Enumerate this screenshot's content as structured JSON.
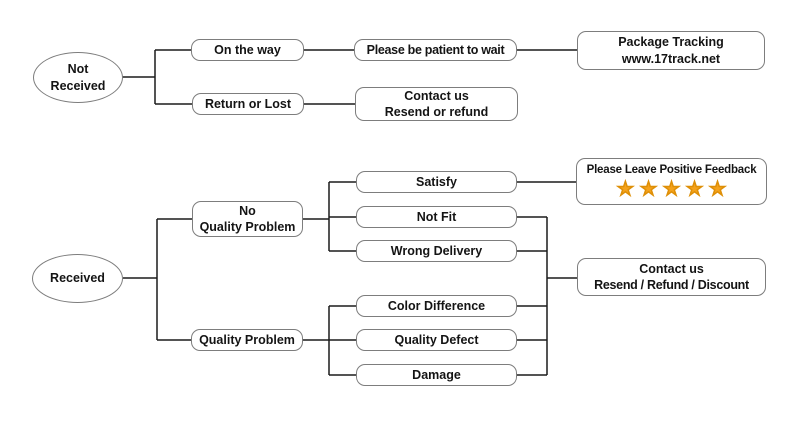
{
  "diagram": {
    "type": "flowchart",
    "description": "Customer order issue resolution decision tree",
    "colors": {
      "node_border": "#7d7d7d",
      "connector_line": "#1b1b1b",
      "star_fill": "#F5A21B",
      "star_outline": "#DE8F07",
      "text": "#141414",
      "background": "#ffffff"
    },
    "nodes": {
      "not_received": {
        "line1": "Not",
        "line2": "Received",
        "shape": "ellipse"
      },
      "on_the_way": {
        "label": "On the way",
        "shape": "rounded-rect"
      },
      "be_patient": {
        "label": "Please be patient to wait",
        "shape": "rounded-rect"
      },
      "package_tracking": {
        "line1": "Package Tracking",
        "line2": "www.17track.net",
        "shape": "rounded-rect"
      },
      "return_or_lost": {
        "label": "Return or Lost",
        "shape": "rounded-rect"
      },
      "contact_resend_or_refund": {
        "line1": "Contact us",
        "line2": "Resend or refund",
        "shape": "rounded-rect"
      },
      "received": {
        "label": "Received",
        "shape": "ellipse"
      },
      "no_quality_problem": {
        "line1": "No",
        "line2": "Quality Problem",
        "shape": "rounded-rect"
      },
      "quality_problem": {
        "label": "Quality Problem",
        "shape": "rounded-rect"
      },
      "satisfy": {
        "label": "Satisfy",
        "shape": "rounded-rect"
      },
      "not_fit": {
        "label": "Not Fit",
        "shape": "rounded-rect"
      },
      "wrong_delivery": {
        "label": "Wrong Delivery",
        "shape": "rounded-rect"
      },
      "positive_feedback": {
        "label": "Please Leave Positive Feedback",
        "stars": "★★★★★",
        "star_count": 5,
        "shape": "rounded-rect"
      },
      "color_difference": {
        "label": "Color Difference",
        "shape": "rounded-rect"
      },
      "quality_defect": {
        "label": "Quality Defect",
        "shape": "rounded-rect"
      },
      "damage": {
        "label": "Damage",
        "shape": "rounded-rect"
      },
      "contact_resend_refund_discount": {
        "line1": "Contact us",
        "line2": "Resend / Refund / Discount",
        "shape": "rounded-rect"
      }
    },
    "edges": [
      [
        "not_received",
        "on_the_way"
      ],
      [
        "not_received",
        "return_or_lost"
      ],
      [
        "on_the_way",
        "be_patient"
      ],
      [
        "be_patient",
        "package_tracking"
      ],
      [
        "return_or_lost",
        "contact_resend_or_refund"
      ],
      [
        "received",
        "no_quality_problem"
      ],
      [
        "received",
        "quality_problem"
      ],
      [
        "no_quality_problem",
        "satisfy"
      ],
      [
        "no_quality_problem",
        "not_fit"
      ],
      [
        "no_quality_problem",
        "wrong_delivery"
      ],
      [
        "satisfy",
        "positive_feedback"
      ],
      [
        "quality_problem",
        "color_difference"
      ],
      [
        "quality_problem",
        "quality_defect"
      ],
      [
        "quality_problem",
        "damage"
      ],
      [
        "not_fit",
        "contact_resend_refund_discount"
      ],
      [
        "wrong_delivery",
        "contact_resend_refund_discount"
      ],
      [
        "color_difference",
        "contact_resend_refund_discount"
      ],
      [
        "quality_defect",
        "contact_resend_refund_discount"
      ],
      [
        "damage",
        "contact_resend_refund_discount"
      ]
    ]
  }
}
